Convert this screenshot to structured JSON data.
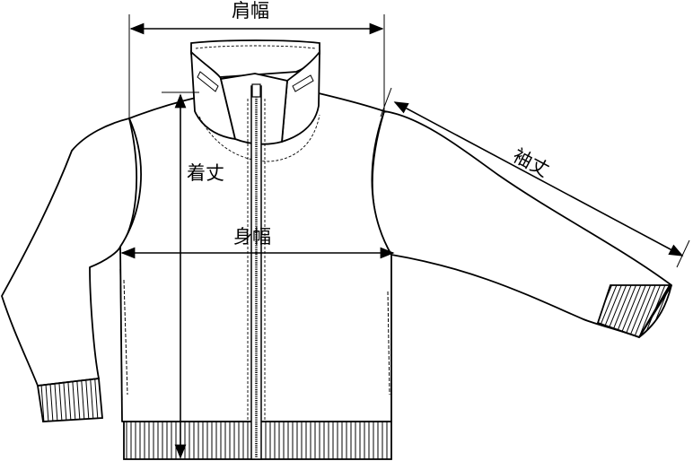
{
  "labels": {
    "shoulder_width": "肩幅",
    "body_length": "着丈",
    "chest_width": "身幅",
    "sleeve_length": "袖丈"
  },
  "colors": {
    "line": "#000000",
    "background": "#ffffff"
  }
}
